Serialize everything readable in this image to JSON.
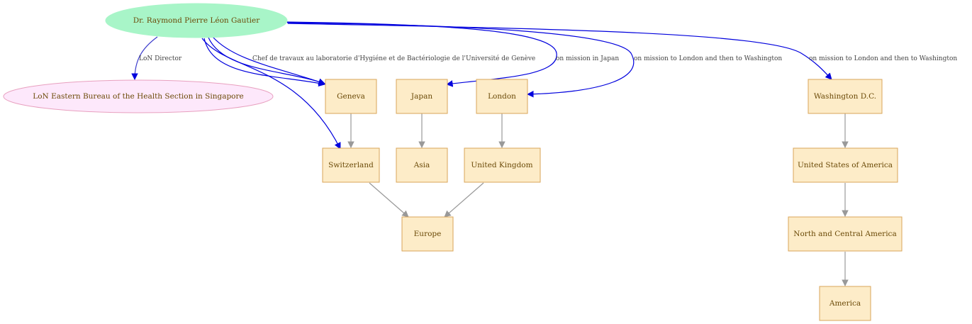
{
  "diagram": {
    "colors": {
      "person_fill": "#a8f5c8",
      "org_fill": "#fde8fb",
      "org_stroke": "#e8a0bf",
      "place_fill": "#fdecc8",
      "place_stroke": "#d9a55a",
      "text": "#6b4a08",
      "edge_blue": "#0000dd",
      "edge_gray": "#999999"
    },
    "nodes": {
      "person": "Dr.  Raymond Pierre Léon Gautier",
      "org": "LoN Eastern Bureau of the Health Section in Singapore",
      "geneva": "Geneva",
      "japan": "Japan",
      "london": "London",
      "washington": "Washington D.C.",
      "switzerland": "Switzerland",
      "asia": "Asia",
      "uk": "United Kingdom",
      "usa": "United States of America",
      "europe": "Europe",
      "nca": "North and Central America",
      "america": "America"
    },
    "edge_labels": {
      "director": "LoN Director",
      "geneva": "Chef de travaux au laboratorie d'Hygiéne et de Bactériologie de l'Université de Genève",
      "japan": "on mission in Japan",
      "london": "on mission to London and then to Washington",
      "washington": "on mission to London and then to Washington"
    }
  }
}
